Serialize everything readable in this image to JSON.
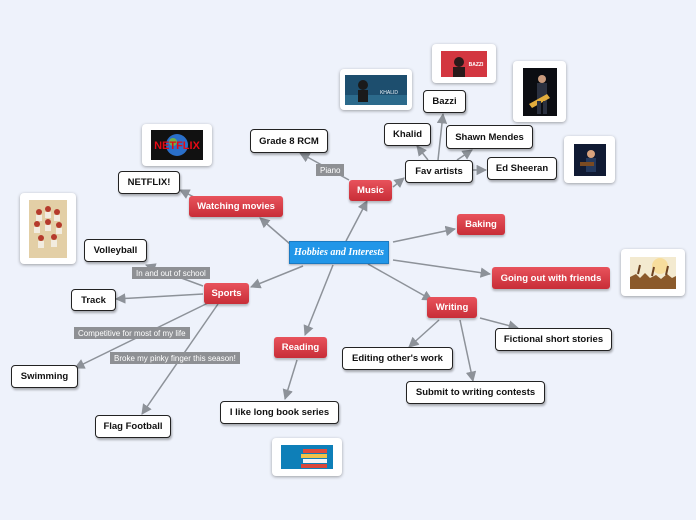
{
  "central": "Hobbies and Interests",
  "branches": {
    "watching_movies": "Watching movies",
    "music": "Music",
    "baking": "Baking",
    "going_out": "Going out with friends",
    "writing": "Writing",
    "reading": "Reading",
    "sports": "Sports"
  },
  "topics": {
    "netflix": "NETFLIX!",
    "grade8": "Grade 8 RCM",
    "fav_artists": "Fav artists",
    "khalid": "Khalid",
    "bazzi": "Bazzi",
    "shawn": "Shawn Mendes",
    "ed": "Ed Sheeran",
    "volleyball": "Volleyball",
    "track": "Track",
    "swimming": "Swimming",
    "flag_football": "Flag Football",
    "long_books": "I like long book series",
    "editing": "Editing other's work",
    "contests": "Submit to writing contests",
    "fiction": "Fictional short stories"
  },
  "relation_labels": {
    "piano": "Piano",
    "school": "In and out of school",
    "competitive": "Competitive for most of my life",
    "pinky": "Broke my pinky finger this season!"
  },
  "image_text": {
    "netflix_logo": "NETFLIX",
    "bazzi_logo": "BAZZI",
    "khalid_logo": "KHALID"
  },
  "colors": {
    "background": "#eef2fb",
    "central": "#2196e8",
    "main_topic": "#d63b45",
    "connector": "#8d9299"
  }
}
